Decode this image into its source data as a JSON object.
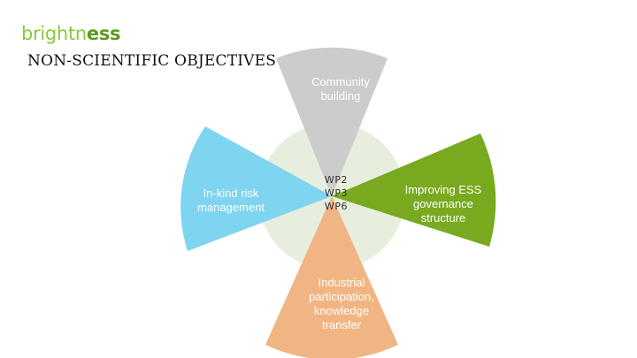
{
  "logo": {
    "part1": "brightn",
    "part2": "ess"
  },
  "title": "NON-SCIENTIFIC OBJECTIVES",
  "petals": {
    "top": {
      "label": "Community building",
      "color": "#cccccc"
    },
    "left": {
      "label": "In-kind risk management",
      "color": "#7fd4f0"
    },
    "right": {
      "label": "Improving ESS governance structure",
      "color": "#78a91f"
    },
    "bottom": {
      "label": "Industrial participation, knowledge transfer",
      "color": "#f0b582"
    }
  },
  "center": {
    "items": [
      "WP2",
      "WP3",
      "WP6"
    ],
    "color": "#e7eedd"
  }
}
